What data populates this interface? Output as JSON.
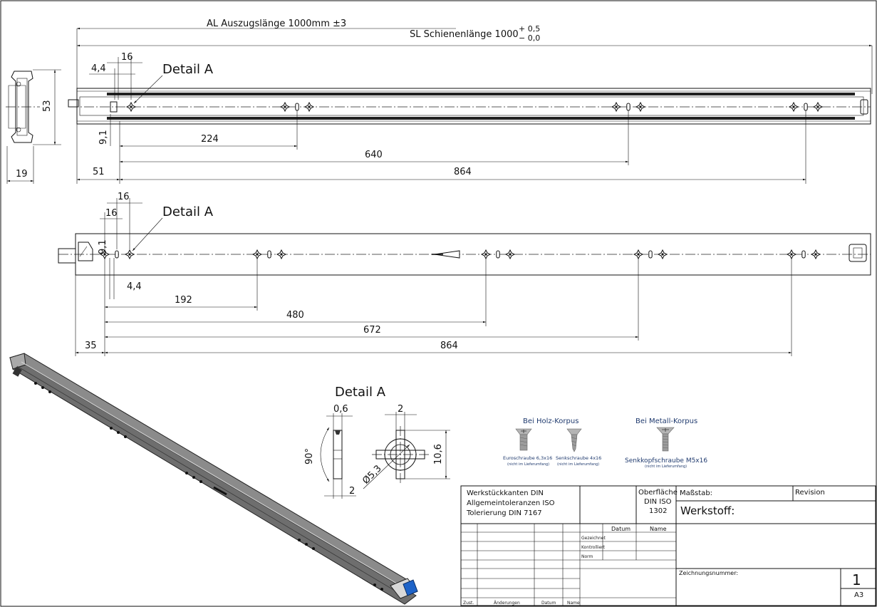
{
  "top_view": {
    "al_label": "AL Auszugslänge 1000mm ±3",
    "sl_label": "SL Schienenlänge 1000",
    "sl_tol_plus": "+ 0,5",
    "sl_tol_minus": "− 0,0",
    "detail_label": "Detail A",
    "dim_16": "16",
    "dim_4_4": "4,4",
    "dim_53": "53",
    "dim_9_1": "9,1",
    "dim_19": "19",
    "dim_51": "51",
    "dim_224": "224",
    "dim_640": "640",
    "dim_864": "864"
  },
  "bottom_view": {
    "detail_label": "Detail A",
    "dim_16_a": "16",
    "dim_16_b": "16",
    "dim_9_1": "9,1",
    "dim_4_4": "4,4",
    "dim_192": "192",
    "dim_480": "480",
    "dim_672": "672",
    "dim_35": "35",
    "dim_864": "864"
  },
  "detail_a": {
    "title": "Detail A",
    "dim_0_6": "0,6",
    "dim_2_top": "2",
    "dim_90": "90°",
    "dim_10_6": "10,6",
    "dim_d5_3": "Ø5,3",
    "dim_2_bottom": "2"
  },
  "screws": {
    "holz_title": "Bei Holz-Korpus",
    "metall_title": "Bei Metall-Korpus",
    "s1_label": "Euroschraube 6,3x16",
    "s1_note": "(nicht im Lieferumfang)",
    "s2_label": "Senkschraube 4x16",
    "s2_note": "(nicht im Lieferumfang)",
    "s3_label": "Senkkopfschraube M5x16",
    "s3_note": "(nicht im Lieferumfang)"
  },
  "title_block": {
    "werkstueckkanten": "Werkstückkanten DIN",
    "allgemeintoleranzen": "Allgemeintoleranzen ISO",
    "tolerierung": "Tolerierung DIN 7167",
    "oberflaeche_1": "Oberfläche",
    "oberflaeche_2": "DIN ISO",
    "oberflaeche_3": "1302",
    "massstab": "Maßstab:",
    "revision": "Revision",
    "werkstoff": "Werkstoff:",
    "datum": "Datum",
    "name": "Name",
    "gezeichnet": "Gezeichnet",
    "kontrolliert": "Kontrolliert",
    "norm": "Norm",
    "zeichnungsnummer": "Zeichnungsnummer:",
    "sheet_no": "1",
    "format": "A3",
    "zust": "Zust.",
    "aenderungen": "Änderungen",
    "datum_small": "Datum",
    "name_small": "Name"
  }
}
